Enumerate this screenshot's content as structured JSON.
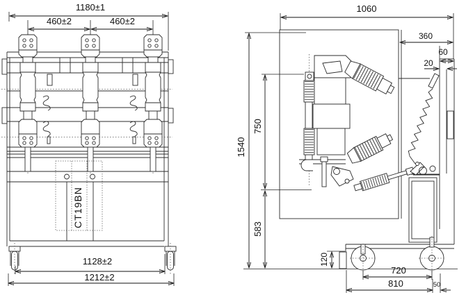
{
  "drawing": {
    "model_label": "CT19BN",
    "front_view": {
      "total_width": "1180±1",
      "pole_spacing_left": "460±2",
      "pole_spacing_right": "460±2",
      "mounting_span": "1128±2",
      "overall_base_width": "1212±2"
    },
    "side_view": {
      "total_depth": "1060",
      "rear_section_depth": "360",
      "rear_flange": "60",
      "rear_gap": "20",
      "total_height": "1540",
      "upper_section_height": "750",
      "lower_section_height": "583",
      "wheel_section_height": "120",
      "wheel_spacing": "720",
      "base_depth": "810",
      "rear_overhang": "50"
    }
  }
}
